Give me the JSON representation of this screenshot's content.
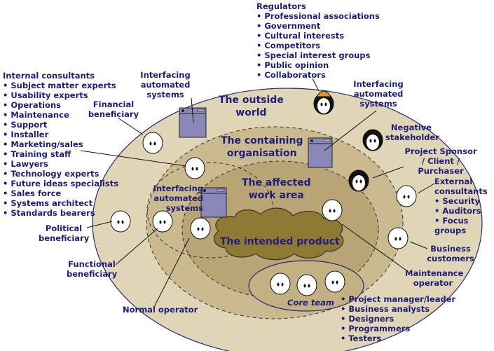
{
  "colors": {
    "text": "#1e1e78",
    "outside_ring": "#e0d5b6",
    "containing_ring": "#cbb98f",
    "affected_ring": "#b8a474",
    "product_cloud": "#8f7a35",
    "core_team": "#c4b183",
    "system_box": "#8a88b8"
  },
  "rings": {
    "outside": "The outside\nworld",
    "containing": "The containing\norganisation",
    "affected": "The affected\nwork area",
    "product": "The intended product",
    "core_team": "Core team"
  },
  "regulators": {
    "title": "Regulators",
    "items": [
      "Professional associations",
      "Government",
      "Cultural interests",
      "Competitors",
      "Special interest groups",
      "Public opinion",
      "Collaborators"
    ]
  },
  "internal_consultants": {
    "title": "Internal consultants",
    "items": [
      "Subject matter experts",
      "Usability experts",
      "Operations",
      "Maintenance",
      "Support",
      "Installer",
      "Marketing/sales",
      "Training staff",
      "Lawyers",
      "Technology experts",
      "Future ideas specialists",
      "Sales force",
      "Systems architect",
      "Standards bearers"
    ]
  },
  "external_consultants": {
    "title": "External consultants",
    "items": [
      "Security",
      "Auditors",
      "Focus groups"
    ]
  },
  "core_team_members": {
    "items": [
      "Project manager/leader",
      "Business analysts",
      "Designers",
      "Programmers",
      "Testers"
    ]
  },
  "labels": {
    "interfacing_1": "Interfacing automated systems",
    "interfacing_2": "Interfacing automated systems",
    "interfacing_3": "Interfacing automated systems",
    "financial": "Financial beneficiary",
    "negative": "Negative stakeholder",
    "sponsor": "Project Sponsor / Client / Purchaser",
    "political": "Political beneficiary",
    "functional": "Functional beneficiary",
    "normal_operator": "Normal operator",
    "business_customers": "Business customers",
    "maintenance_operator": "Maintenance operator"
  }
}
